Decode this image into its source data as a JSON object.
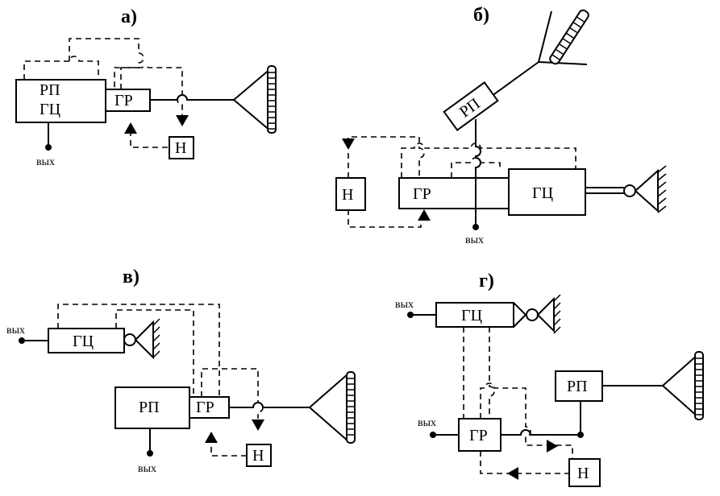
{
  "diagrams": {
    "a": {
      "title": "а)",
      "rp": "РП",
      "gc": "ГЦ",
      "gr": "ГР",
      "n": "Н",
      "out": "вых"
    },
    "b": {
      "title": "б)",
      "rp": "РП",
      "gr": "ГР",
      "gc": "ГЦ",
      "n": "Н",
      "out": "вых"
    },
    "v": {
      "title": "в)",
      "gc": "ГЦ",
      "rp": "РП",
      "gr": "ГР",
      "n": "Н",
      "out_left": "вых",
      "out_bottom": "вых"
    },
    "g": {
      "title": "г)",
      "gc": "ГЦ",
      "gr": "ГР",
      "rp": "РП",
      "n": "Н",
      "out_top": "вых",
      "out_left": "вых"
    }
  }
}
